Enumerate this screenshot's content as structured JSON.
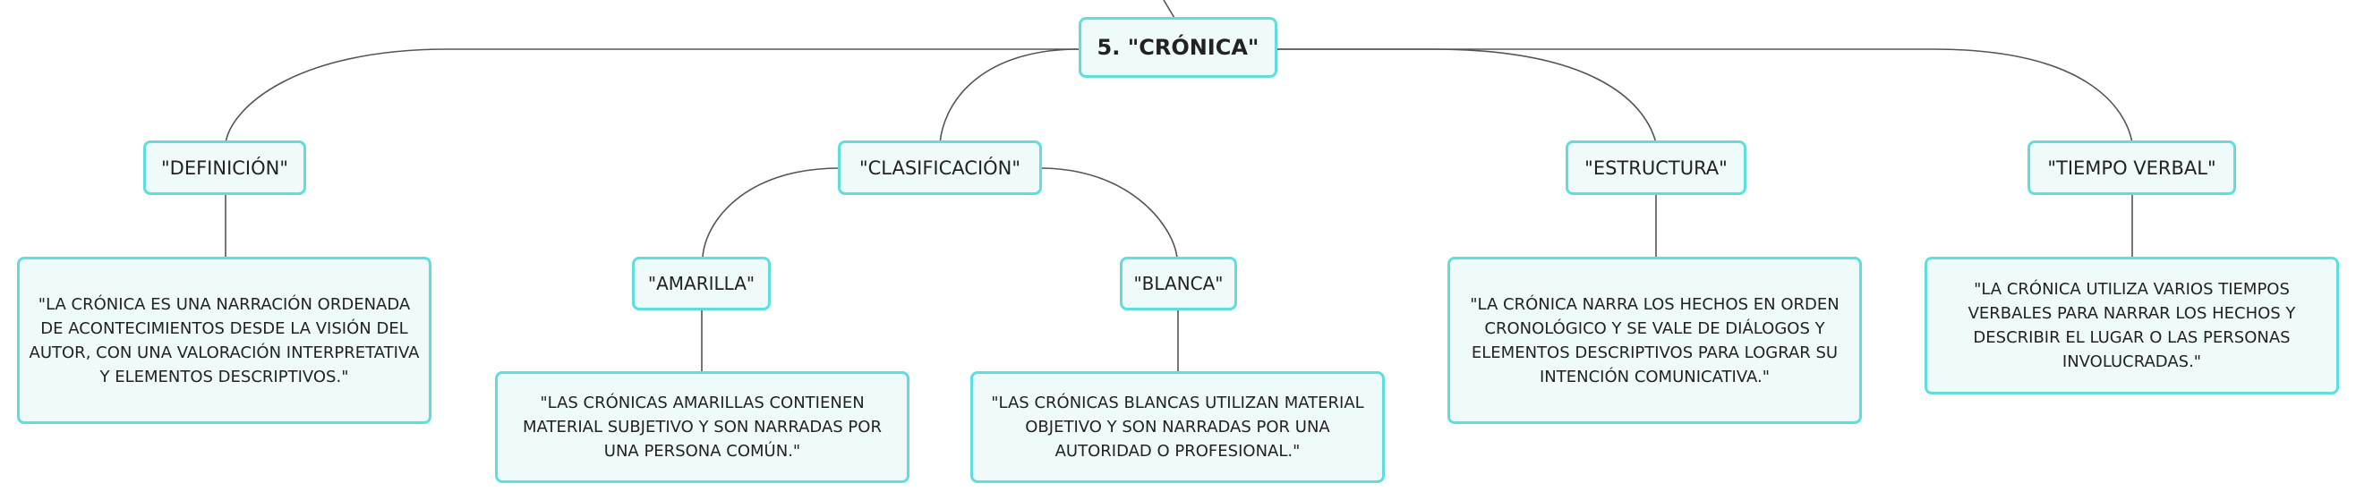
{
  "root": {
    "label": "5. \"CRÓNICA\""
  },
  "branches": {
    "definicion": {
      "label": "\"DEFINICIÓN\"",
      "detail": "\"LA CRÓNICA ES UNA NARRACIÓN ORDENADA DE ACONTECIMIENTOS DESDE LA VISIÓN DEL AUTOR, CON UNA VALORACIÓN INTERPRETATIVA Y ELEMENTOS DESCRIPTIVOS.\""
    },
    "clasificacion": {
      "label": "\"CLASIFICACIÓN\"",
      "amarilla": {
        "label": "\"AMARILLA\"",
        "detail": "\"LAS CRÓNICAS AMARILLAS CONTIENEN MATERIAL SUBJETIVO Y SON NARRADAS POR UNA PERSONA COMÚN.\""
      },
      "blanca": {
        "label": "\"BLANCA\"",
        "detail": "\"LAS CRÓNICAS BLANCAS UTILIZAN MATERIAL OBJETIVO Y SON NARRADAS POR UNA AUTORIDAD O PROFESIONAL.\""
      }
    },
    "estructura": {
      "label": "\"ESTRUCTURA\"",
      "detail": "\"LA CRÓNICA NARRA LOS HECHOS EN ORDEN CRONOLÓGICO Y SE VALE DE DIÁLOGOS Y ELEMENTOS DESCRIPTIVOS PARA LOGRAR SU INTENCIÓN COMUNICATIVA.\""
    },
    "tiempo_verbal": {
      "label": "\"TIEMPO VERBAL\"",
      "detail": "\"LA CRÓNICA UTILIZA VARIOS TIEMPOS VERBALES PARA NARRAR LOS HECHOS Y DESCRIBIR EL LUGAR O LAS PERSONAS INVOLUCRADAS.\""
    }
  },
  "colors": {
    "node_border": "#5fdedd",
    "node_fill": "#effbfb",
    "connector": "#555555"
  }
}
